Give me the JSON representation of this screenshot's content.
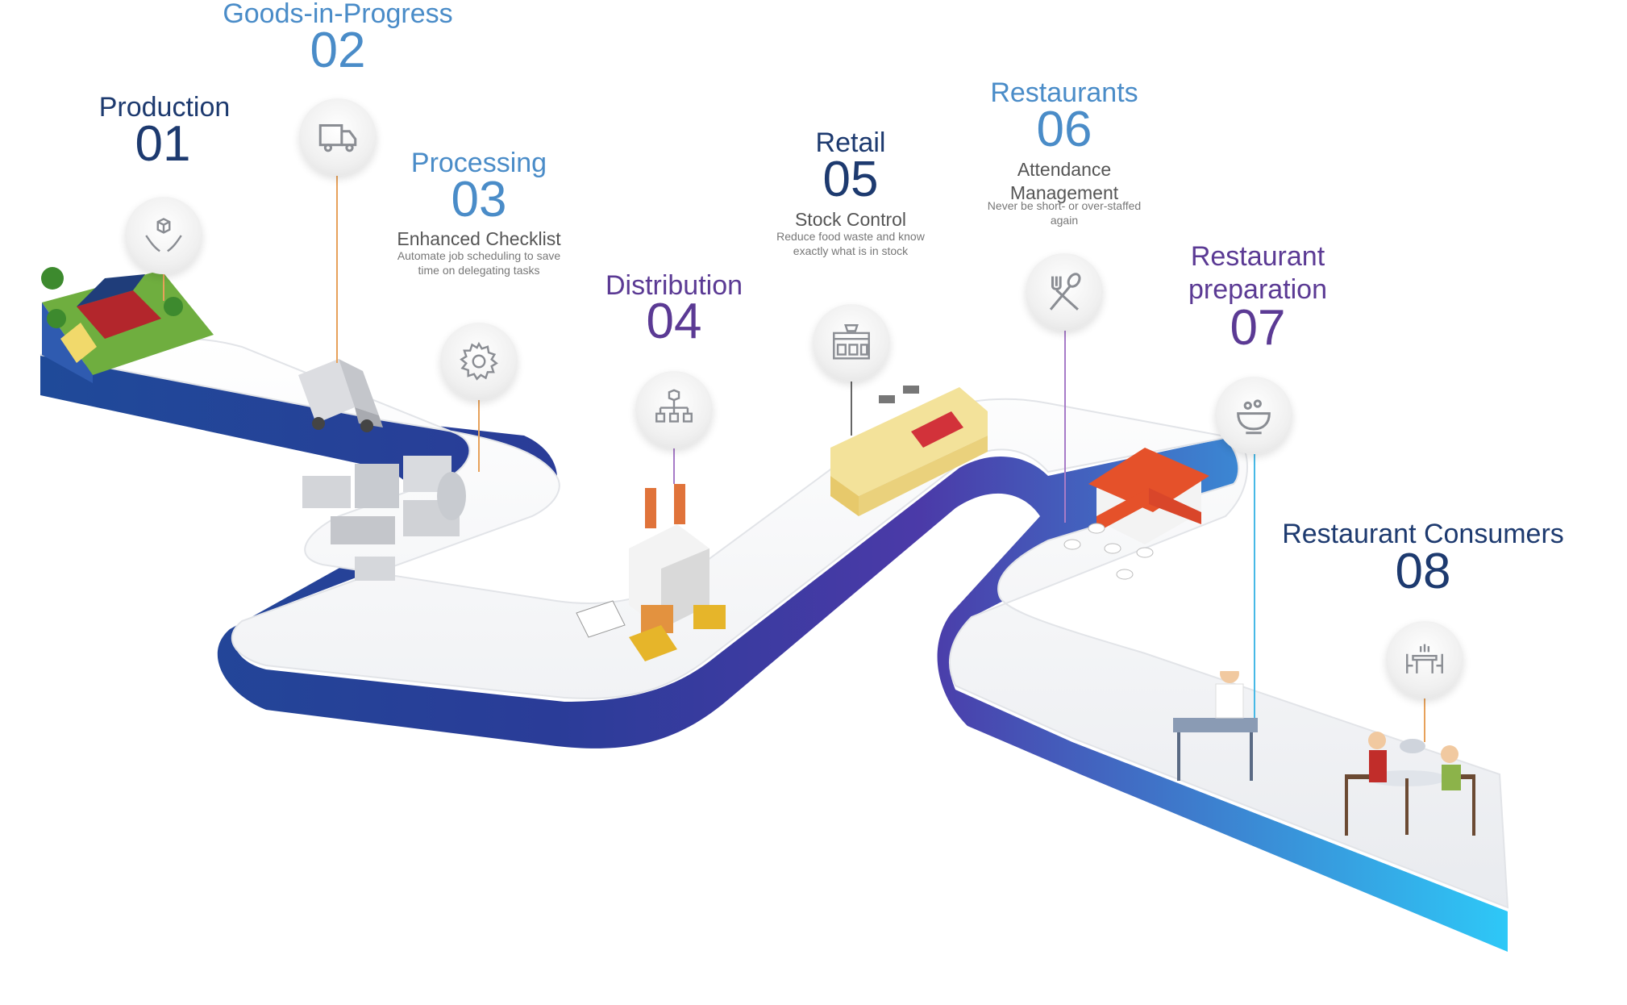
{
  "colors": {
    "dark_navy": "#1d3a6f",
    "light_blue": "#4a8cc8",
    "purple": "#5b3a94",
    "road_blue": "#2f5bb0",
    "road_purple": "#4a3aa6",
    "road_cyan": "#2fc8f5"
  },
  "stages": [
    {
      "title": "Production",
      "number": "01",
      "subtitle": "",
      "description": "",
      "icon": "hands-box-icon"
    },
    {
      "title": "Goods-in-Progress",
      "number": "02",
      "subtitle": "",
      "description": "",
      "icon": "truck-icon"
    },
    {
      "title": "Processing",
      "number": "03",
      "subtitle": "Enhanced Checklist",
      "description": "Automate job scheduling to save time on delegating tasks",
      "icon": "gear-icon"
    },
    {
      "title": "Distribution",
      "number": "04",
      "subtitle": "",
      "description": "",
      "icon": "network-icon"
    },
    {
      "title": "Retail",
      "number": "05",
      "subtitle": "Stock Control",
      "description": "Reduce food waste and know exactly what is in stock",
      "icon": "store-icon"
    },
    {
      "title": "Restaurants",
      "number": "06",
      "subtitle": "Attendance Management",
      "description": "Never be short- or over-staffed again",
      "icon": "fork-spoon-icon"
    },
    {
      "title": "Restaurant preparation",
      "number": "07",
      "subtitle": "",
      "description": "",
      "icon": "bowl-icon"
    },
    {
      "title": "Restaurant Consumers",
      "number": "08",
      "subtitle": "",
      "description": "",
      "icon": "dining-table-icon"
    }
  ],
  "scene_labels": {
    "retail_sign": "",
    "restaurant_sign": ""
  }
}
